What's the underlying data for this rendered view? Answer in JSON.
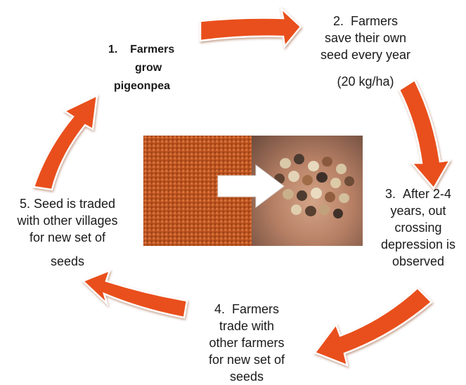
{
  "steps": [
    {
      "number": "1.",
      "lines": [
        "Farmers",
        "grow",
        "pigeonpea"
      ]
    },
    {
      "number": "2.",
      "lines": [
        "Farmers",
        "save their own",
        "seed every year"
      ],
      "note": "(20 kg/ha)"
    },
    {
      "number": "3.",
      "lines": [
        "After 2-4",
        "years, out",
        "crossing",
        "depression is",
        "observed"
      ]
    },
    {
      "number": "4.",
      "lines": [
        "Farmers",
        "trade with",
        "other farmers",
        "for new set of",
        "seeds"
      ]
    },
    {
      "number": "5.",
      "lines": [
        "Seed is traded",
        "with other villages",
        "for new set of",
        "seeds"
      ]
    }
  ],
  "colors": {
    "arrow_fill": "#e9501f",
    "arrow_outline": "#ffffff",
    "center_arrow": "#ffffff"
  }
}
